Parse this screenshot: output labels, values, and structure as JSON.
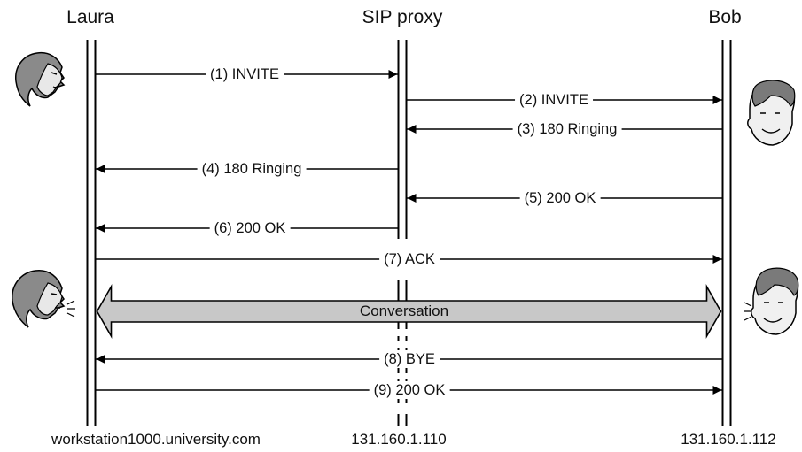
{
  "participants": [
    {
      "name": "Laura",
      "address": "workstation1000.university.com"
    },
    {
      "name": "SIP proxy",
      "address": "131.160.1.110"
    },
    {
      "name": "Bob",
      "address": "131.160.1.112"
    }
  ],
  "messages": [
    {
      "label": "(1) INVITE",
      "from": 0,
      "to": 1
    },
    {
      "label": "(2) INVITE",
      "from": 1,
      "to": 2
    },
    {
      "label": "(3) 180 Ringing",
      "from": 2,
      "to": 1
    },
    {
      "label": "(4) 180 Ringing",
      "from": 1,
      "to": 0
    },
    {
      "label": "(5) 200 OK",
      "from": 2,
      "to": 1
    },
    {
      "label": "(6) 200 OK",
      "from": 1,
      "to": 0
    },
    {
      "label": "(7) ACK",
      "from": 0,
      "to": 2
    },
    {
      "label": "(8) BYE",
      "from": 2,
      "to": 0
    },
    {
      "label": "(9) 200 OK",
      "from": 0,
      "to": 2
    }
  ],
  "conversation": {
    "label": "Conversation",
    "fill": "#c8c8c8"
  },
  "colors": {
    "line": "#000000",
    "background": "#ffffff"
  },
  "icons": [
    "laura-face-icon",
    "laura-talking-icon",
    "bob-face-icon",
    "bob-talking-icon"
  ]
}
